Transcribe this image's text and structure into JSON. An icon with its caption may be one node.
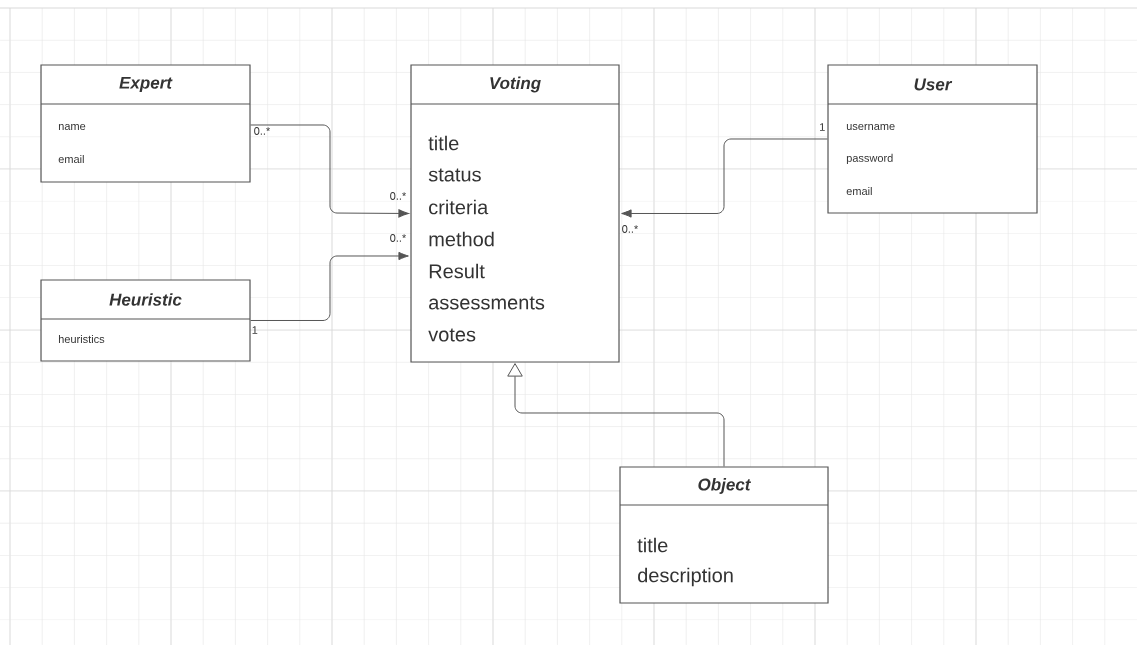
{
  "diagram": {
    "nodes": [
      {
        "text": [
          "Expert",
          "name",
          "email"
        ]
      },
      {
        "text": [
          "Voting",
          "title",
          "status",
          "criteria",
          "method",
          "Result",
          "assessments",
          "votes"
        ]
      },
      {
        "text": [
          "User",
          "username",
          "password",
          "email"
        ]
      },
      {
        "text": [
          "Heuristic",
          "heuristics"
        ]
      },
      {
        "text": [
          "Object",
          "title",
          "description"
        ]
      }
    ],
    "edges": [
      {
        "from": 0,
        "to": 1,
        "arrow": "to"
      },
      {
        "from": 3,
        "to": 1,
        "arrow": "to"
      },
      {
        "from": 2,
        "to": 1,
        "arrow": "to"
      },
      {
        "from": 4,
        "to": 1,
        "arrow": "to"
      }
    ],
    "labels": [
      "0..*",
      "1",
      "0..*",
      "0..*",
      "0..*",
      "1"
    ]
  }
}
